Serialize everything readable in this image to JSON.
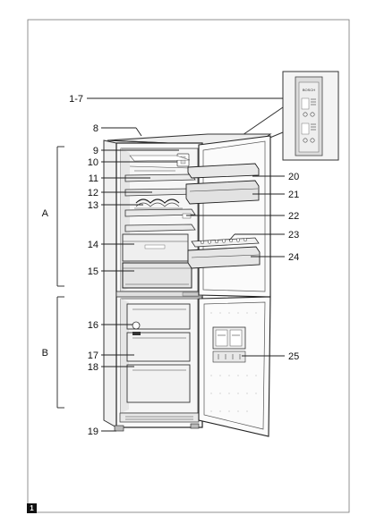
{
  "labels": {
    "l1_7": "1-7",
    "l8": "8",
    "l9": "9",
    "l10": "10",
    "l11": "11",
    "l12": "12",
    "l13": "13",
    "l14": "14",
    "l15": "15",
    "l16": "16",
    "l17": "17",
    "l18": "18",
    "l19": "19",
    "l20": "20",
    "l21": "21",
    "l22": "22",
    "l23": "23",
    "l24": "24",
    "l25": "25",
    "A": "A",
    "B": "B"
  },
  "figure_number": "1"
}
